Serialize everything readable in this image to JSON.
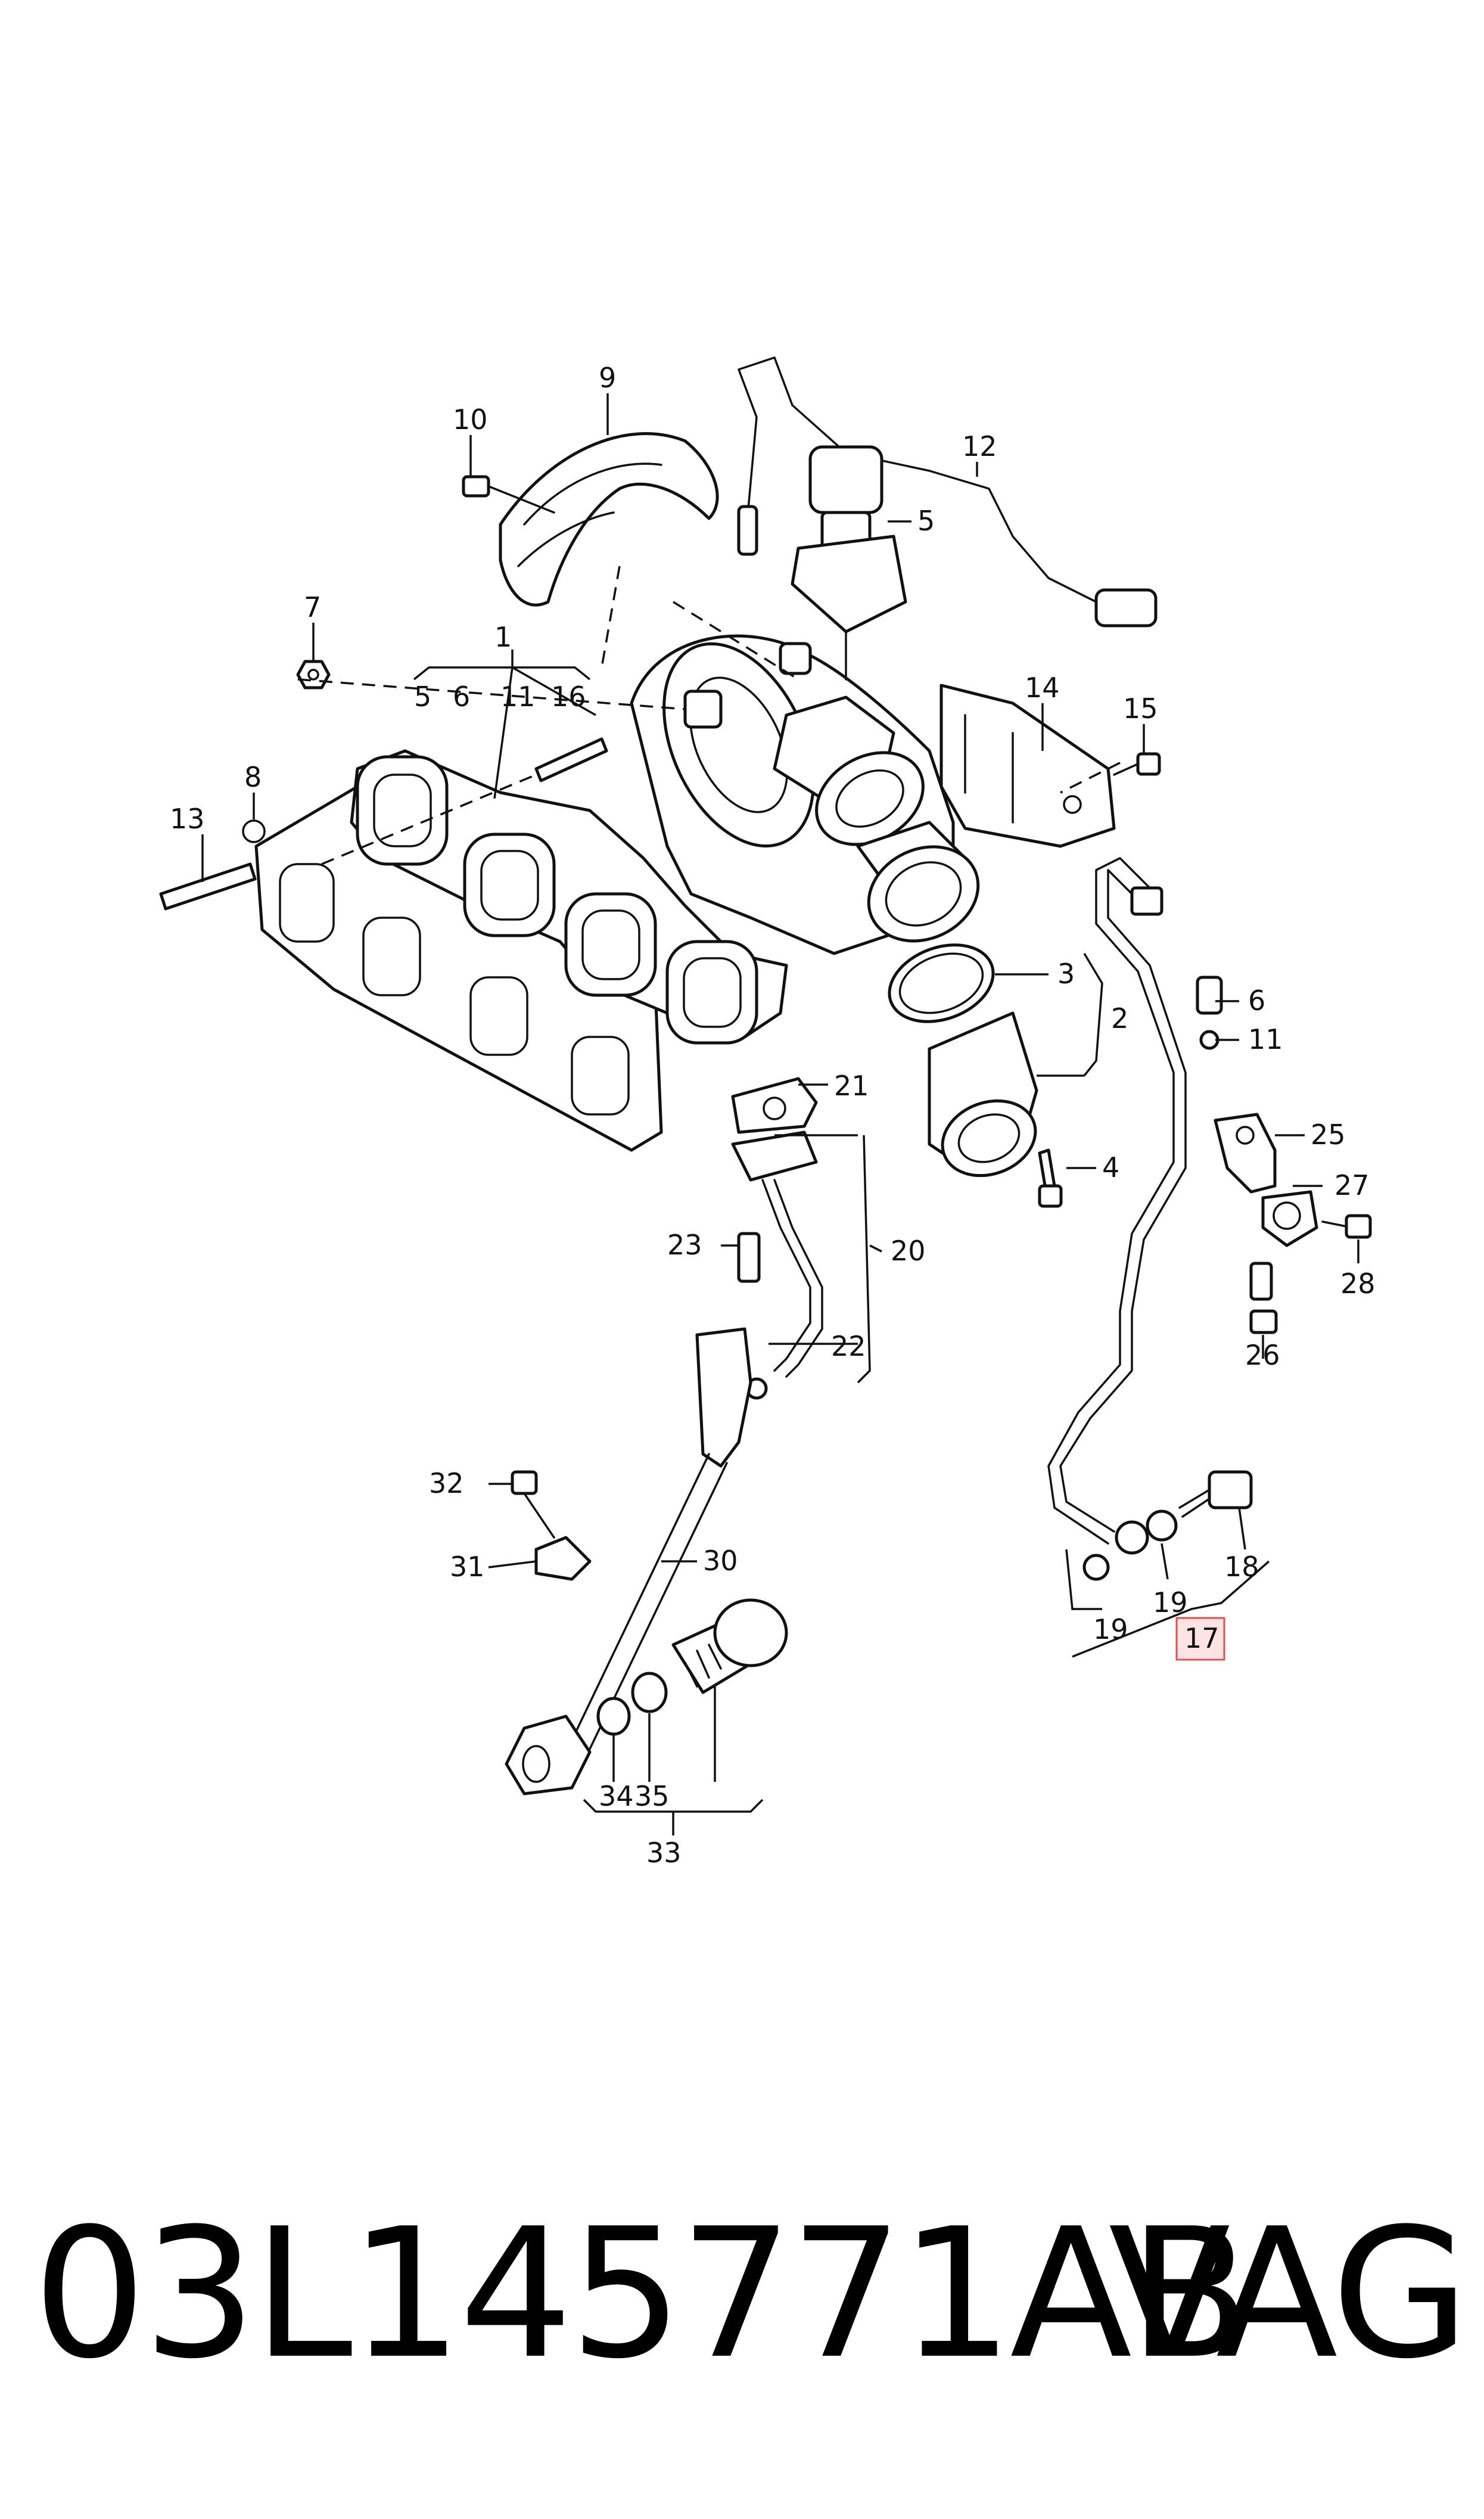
{
  "diagram": {
    "callouts": [
      "1",
      "2",
      "3",
      "4",
      "5",
      "6",
      "7",
      "8",
      "9",
      "10",
      "11",
      "12",
      "13",
      "14",
      "15",
      "16",
      "17",
      "18",
      "19",
      "20",
      "21",
      "22",
      "23",
      "25",
      "26",
      "27",
      "28",
      "30",
      "31",
      "32",
      "33",
      "34",
      "35"
    ],
    "group_1_subitems": [
      "5",
      "6",
      "11",
      "16"
    ],
    "group_2_subitems": [
      "3",
      "4"
    ],
    "group_17_subitems": [
      "19",
      "19",
      "18"
    ],
    "group_20_subitems": [
      "21",
      "22"
    ],
    "group_33_subitems": [
      "34",
      "35"
    ],
    "highlighted_callout": "17",
    "highlight_color": "#e05050"
  },
  "footer": {
    "part_number": "03L145771AB",
    "brand": "VAG"
  }
}
